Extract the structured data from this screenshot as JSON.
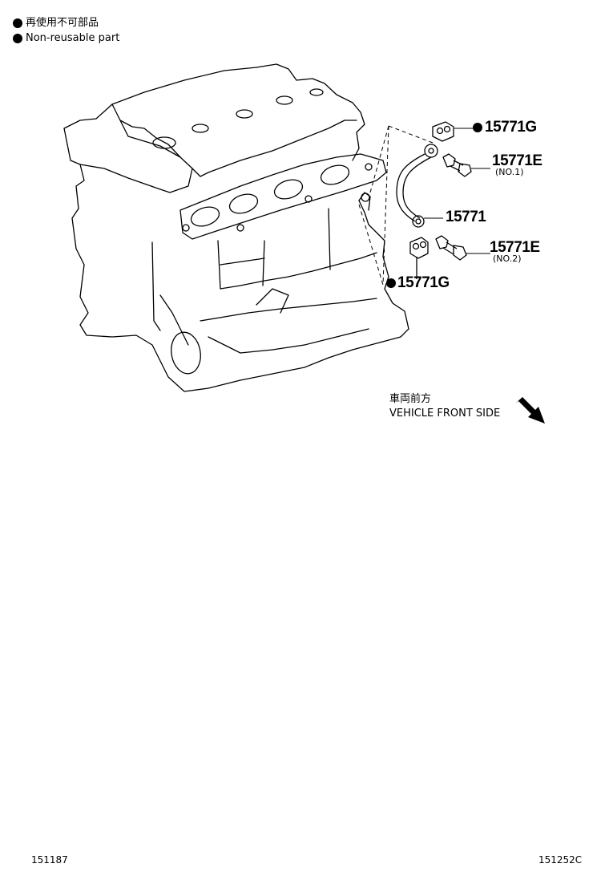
{
  "legend": {
    "jp_label": "再使用不可部品",
    "en_label": "Non-reusable part"
  },
  "callouts": [
    {
      "id": "gasket_upper",
      "part": "15771G",
      "non_reusable": true
    },
    {
      "id": "bolt_no1",
      "part": "15771E",
      "note": "(NO.1)"
    },
    {
      "id": "pipe",
      "part": "15771"
    },
    {
      "id": "bolt_no2",
      "part": "15771E",
      "note": "(NO.2)"
    },
    {
      "id": "gasket_lower",
      "part": "15771G",
      "non_reusable": true
    }
  ],
  "direction": {
    "jp": "車両前方",
    "en": "VEHICLE FRONT SIDE"
  },
  "footer": {
    "left_code": "151187",
    "right_code": "151252C"
  }
}
